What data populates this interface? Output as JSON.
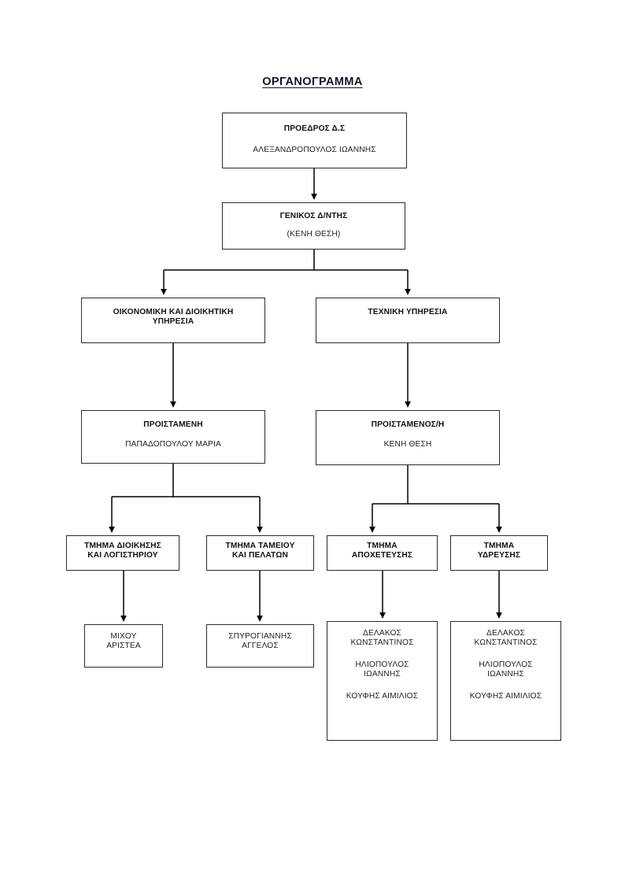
{
  "document": {
    "title": "ΟΡΓΑΝΟΓΡΑΜΜΑ"
  },
  "theme": {
    "page_background": "#ffffff",
    "box_border": "#2b2b2b",
    "connector": "#000000",
    "title_color": "#11142b",
    "text_color": "#111111"
  },
  "chart_data": {
    "type": "diagram",
    "subtype": "organizational-chart",
    "title": "ΟΡΓΑΝΟΓΡΑΜΜΑ",
    "orientation": "top-down",
    "levels": 6,
    "nodes": [
      {
        "id": "president",
        "level": 1,
        "title": "ΠΡΟΕΔΡΟΣ Δ.Σ",
        "subtitle": "ΑΛΕΞΑΝΔΡΟΠΟΥΛΟΣ ΙΩΑΝΝΗΣ",
        "parent": null
      },
      {
        "id": "general-manager",
        "level": 2,
        "title": "ΓΕΝΙΚΟΣ Δ/ΝΤΗΣ",
        "subtitle": "(ΚΕΝΗ ΘΕΣΗ)",
        "parent": "president"
      },
      {
        "id": "financial-administrative-service",
        "level": 3,
        "title_line1": "ΟΙΚΟΝΟΜΙΚΗ ΚΑΙ ΔΙΟΙΚΗΤΙΚΗ",
        "title_line2": "ΥΠΗΡΕΣΙΑ",
        "parent": "general-manager"
      },
      {
        "id": "technical-service",
        "level": 3,
        "title_line1": "ΤΕΧΝΙΚΗ ΥΠΗΡΕΣΙΑ",
        "title_line2": "",
        "parent": "general-manager"
      },
      {
        "id": "head-financial",
        "level": 4,
        "title": "ΠΡΟΙΣΤΑΜΕΝΗ",
        "subtitle": "ΠΑΠΑΔΟΠΟΥΛΟΥ ΜΑΡΙΑ",
        "parent": "financial-administrative-service"
      },
      {
        "id": "head-technical",
        "level": 4,
        "title": "ΠΡΟΙΣΤΑΜΕΝΟΣ/Η",
        "subtitle": "ΚΕΝΗ ΘΕΣΗ",
        "parent": "technical-service"
      },
      {
        "id": "dept-administration-accounting",
        "level": 5,
        "title_line1": "ΤΜΗΜΑ ΔΙΟΙΚΗΣΗΣ",
        "title_line2": "ΚΑΙ ΛΟΓΙΣΤΗΡΙΟΥ",
        "parent": "head-financial"
      },
      {
        "id": "dept-treasury-customers",
        "level": 5,
        "title_line1": "ΤΜΗΜΑ ΤΑΜΕΙΟΥ",
        "title_line2": "ΚΑΙ ΠΕΛΑΤΩΝ",
        "parent": "head-financial"
      },
      {
        "id": "dept-sewerage",
        "level": 5,
        "title_line1": "ΤΜΗΜΑ",
        "title_line2": "ΑΠΟΧΕΤΕΥΣΗΣ",
        "parent": "head-technical"
      },
      {
        "id": "dept-water-supply",
        "level": 5,
        "title_line1": "ΤΜΗΜΑ",
        "title_line2": "ΥΔΡΕΥΣΗΣ",
        "parent": "head-technical"
      },
      {
        "id": "staff-administration-accounting",
        "level": 6,
        "names": [
          "ΜΙΧΟΥ",
          "ΑΡΙΣΤΕΑ"
        ],
        "parent": "dept-administration-accounting"
      },
      {
        "id": "staff-treasury-customers",
        "level": 6,
        "names": [
          "ΣΠΥΡΟΓΙΑΝΝΗΣ",
          "ΑΓΓΕΛΟΣ"
        ],
        "parent": "dept-treasury-customers"
      },
      {
        "id": "staff-sewerage",
        "level": 6,
        "names": [
          "ΔΕΛΑΚΟΣ",
          "ΚΩΝΣΤΑΝΤΙΝΟΣ",
          "ΗΛΙΟΠΟΥΛΟΣ",
          "ΙΩΑΝΝΗΣ",
          "ΚΟΥΦΗΣ ΑΙΜΙΛΙΟΣ"
        ],
        "parent": "dept-sewerage"
      },
      {
        "id": "staff-water-supply",
        "level": 6,
        "names": [
          "ΔΕΛΑΚΟΣ",
          "ΚΩΝΣΤΑΝΤΙΝΟΣ",
          "ΗΛΙΟΠΟΥΛΟΣ",
          "ΙΩΑΝΝΗΣ",
          "ΚΟΥΦΗΣ ΑΙΜΙΛΙΟΣ"
        ],
        "parent": "dept-water-supply"
      }
    ]
  },
  "nodes": {
    "president": {
      "title": "ΠΡΟΕΔΡΟΣ Δ.Σ",
      "subtitle": "ΑΛΕΞΑΝΔΡΟΠΟΥΛΟΣ ΙΩΑΝΝΗΣ"
    },
    "general_manager": {
      "title": "ΓΕΝΙΚΟΣ Δ/ΝΤΗΣ",
      "subtitle": "(ΚΕΝΗ ΘΕΣΗ)"
    },
    "financial_service": {
      "line1": "ΟΙΚΟΝΟΜΙΚΗ ΚΑΙ ΔΙΟΙΚΗΤΙΚΗ",
      "line2": "ΥΠΗΡΕΣΙΑ"
    },
    "technical_service": {
      "line1": "ΤΕΧΝΙΚΗ ΥΠΗΡΕΣΙΑ"
    },
    "head_financial": {
      "title": "ΠΡΟΙΣΤΑΜΕΝΗ",
      "subtitle": "ΠΑΠΑΔΟΠΟΥΛΟΥ ΜΑΡΙΑ"
    },
    "head_technical": {
      "title": "ΠΡΟΙΣΤΑΜΕΝΟΣ/Η",
      "subtitle": "ΚΕΝΗ ΘΕΣΗ"
    },
    "dept_admin_accounting": {
      "line1": "ΤΜΗΜΑ ΔΙΟΙΚΗΣΗΣ",
      "line2": "ΚΑΙ ΛΟΓΙΣΤΗΡΙΟΥ"
    },
    "dept_treasury": {
      "line1": "ΤΜΗΜΑ ΤΑΜΕΙΟΥ",
      "line2": "ΚΑΙ ΠΕΛΑΤΩΝ"
    },
    "dept_sewerage": {
      "line1": "ΤΜΗΜΑ",
      "line2": "ΑΠΟΧΕΤΕΥΣΗΣ"
    },
    "dept_water": {
      "line1": "ΤΜΗΜΑ",
      "line2": "ΥΔΡΕΥΣΗΣ"
    },
    "staff_admin": {
      "line1": "ΜΙΧΟΥ",
      "line2": "ΑΡΙΣΤΕΑ"
    },
    "staff_treasury": {
      "line1": "ΣΠΥΡΟΓΙΑΝΝΗΣ",
      "line2": "ΑΓΓΕΛΟΣ"
    },
    "staff_sewerage": {
      "line1": "ΔΕΛΑΚΟΣ",
      "line2": "ΚΩΝΣΤΑΝΤΙΝΟΣ",
      "line3": "ΗΛΙΟΠΟΥΛΟΣ",
      "line4": "ΙΩΑΝΝΗΣ",
      "line5": "ΚΟΥΦΗΣ ΑΙΜΙΛΙΟΣ"
    },
    "staff_water": {
      "line1": "ΔΕΛΑΚΟΣ",
      "line2": "ΚΩΝΣΤΑΝΤΙΝΟΣ",
      "line3": "ΗΛΙΟΠΟΥΛΟΣ",
      "line4": "ΙΩΑΝΝΗΣ",
      "line5": "ΚΟΥΦΗΣ ΑΙΜΙΛΙΟΣ"
    }
  }
}
